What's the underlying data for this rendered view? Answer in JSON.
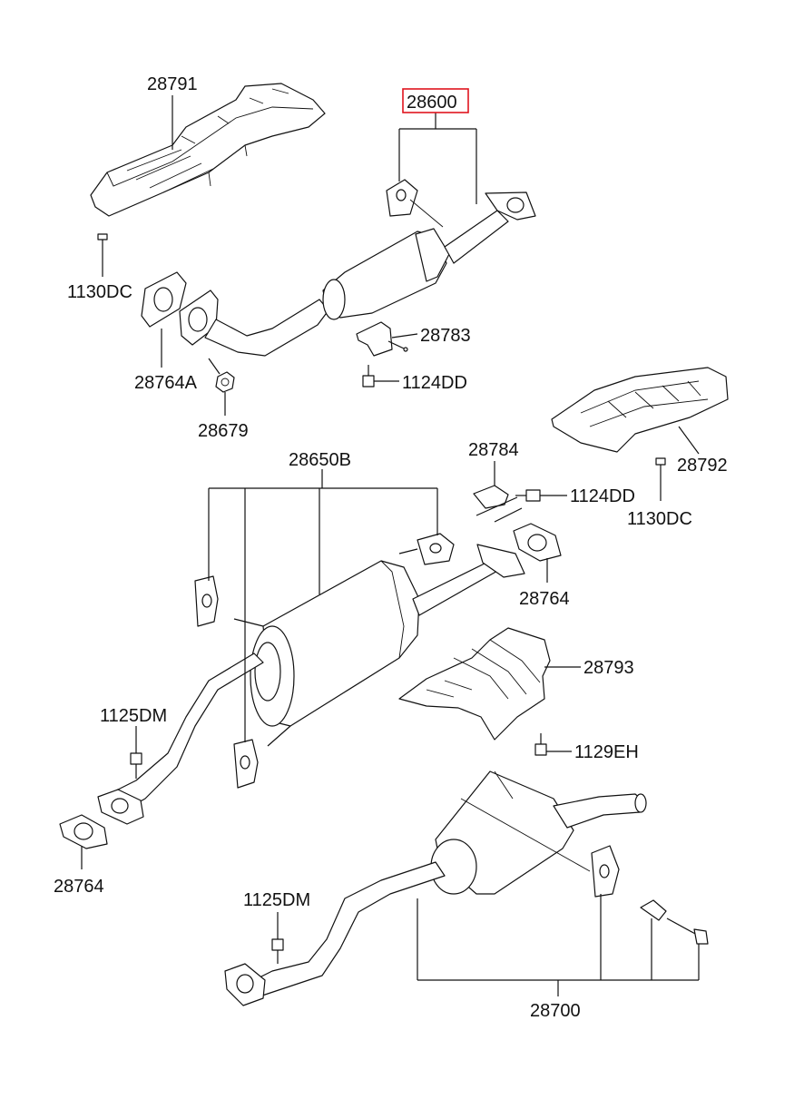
{
  "labels": {
    "l28791": "28791",
    "l28600": "28600",
    "l1130dc_top": "1130DC",
    "l28783": "28783",
    "l28764a": "28764A",
    "l1124dd_top": "1124DD",
    "l28679": "28679",
    "l28784": "28784",
    "l28792": "28792",
    "l28650b": "28650B",
    "l1124dd_mid": "1124DD",
    "l1130dc_right": "1130DC",
    "l28764_right": "28764",
    "l28793": "28793",
    "l1125dm_left": "1125DM",
    "l1129eh": "1129EH",
    "l28764_left": "28764",
    "l1125dm_bottom": "1125DM",
    "l28700": "28700"
  },
  "highlight": {
    "part": "28600",
    "color": "#e0141e"
  }
}
